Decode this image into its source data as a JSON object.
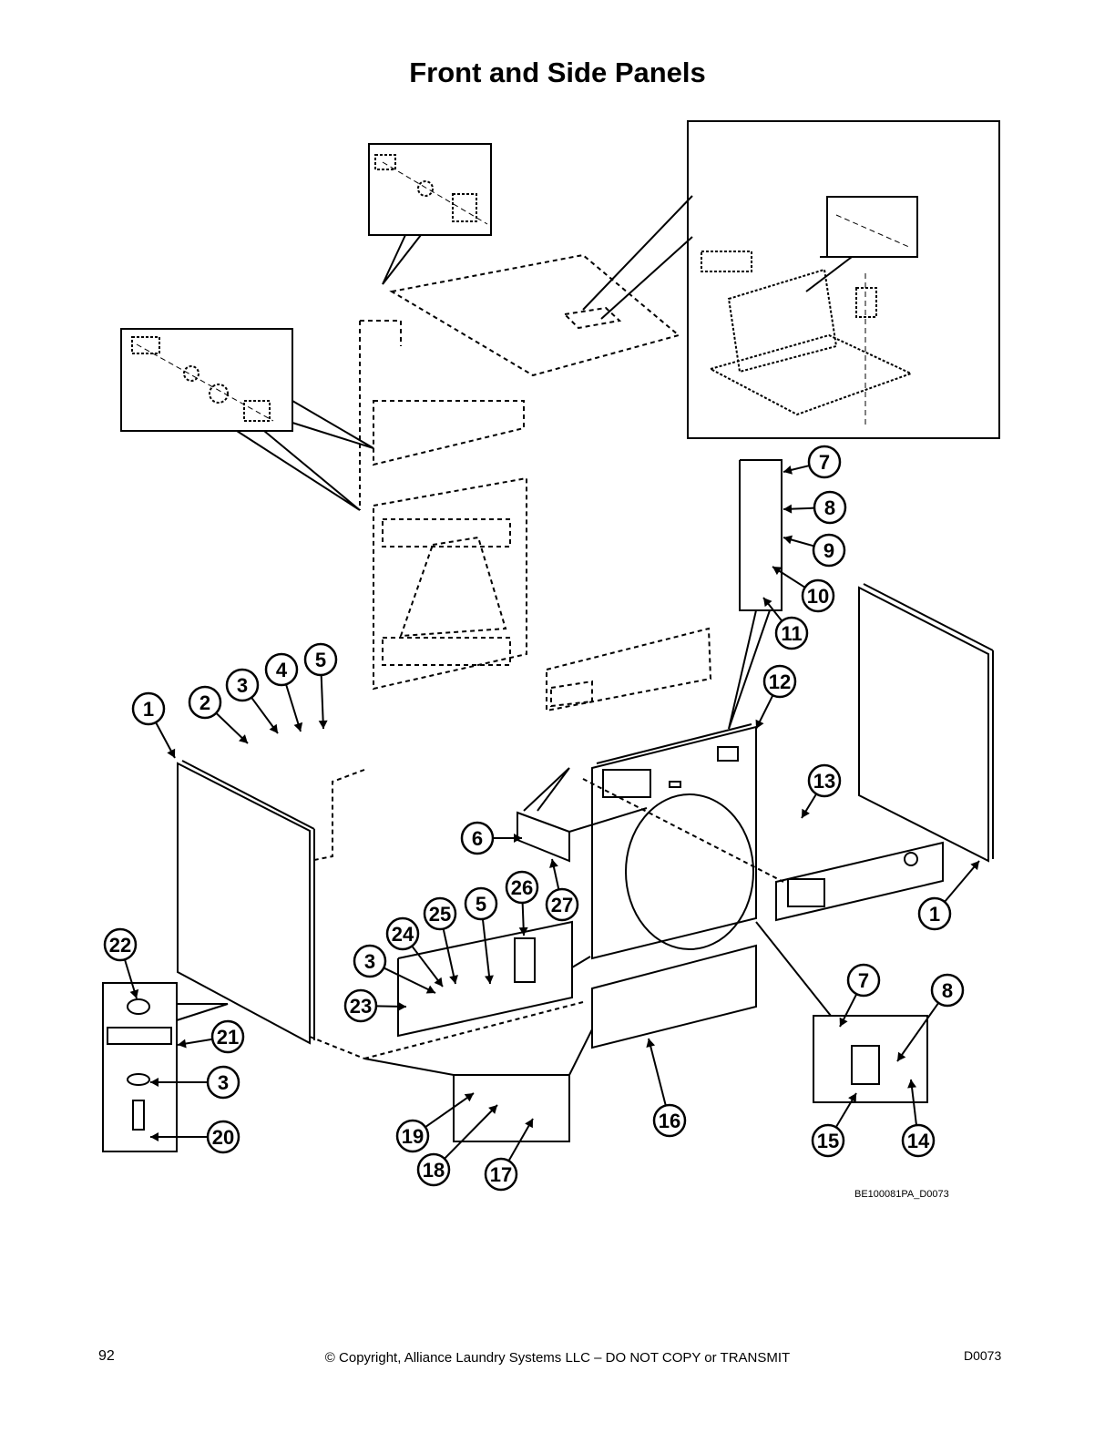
{
  "page": {
    "title": "Front and Side Panels",
    "figure_code": "BE100081PA_D0073",
    "page_number": "92",
    "copyright": "© Copyright, Alliance Laundry Systems LLC – DO NOT COPY or TRANSMIT",
    "doc_code": "D0073"
  },
  "callouts": [
    "1",
    "2",
    "3",
    "4",
    "5",
    "7",
    "8",
    "9",
    "10",
    "11",
    "12",
    "1",
    "13",
    "6",
    "27",
    "26",
    "5",
    "25",
    "24",
    "3",
    "23",
    "22",
    "21",
    "3",
    "20",
    "19",
    "18",
    "17",
    "16",
    "7",
    "8",
    "15",
    "14"
  ]
}
